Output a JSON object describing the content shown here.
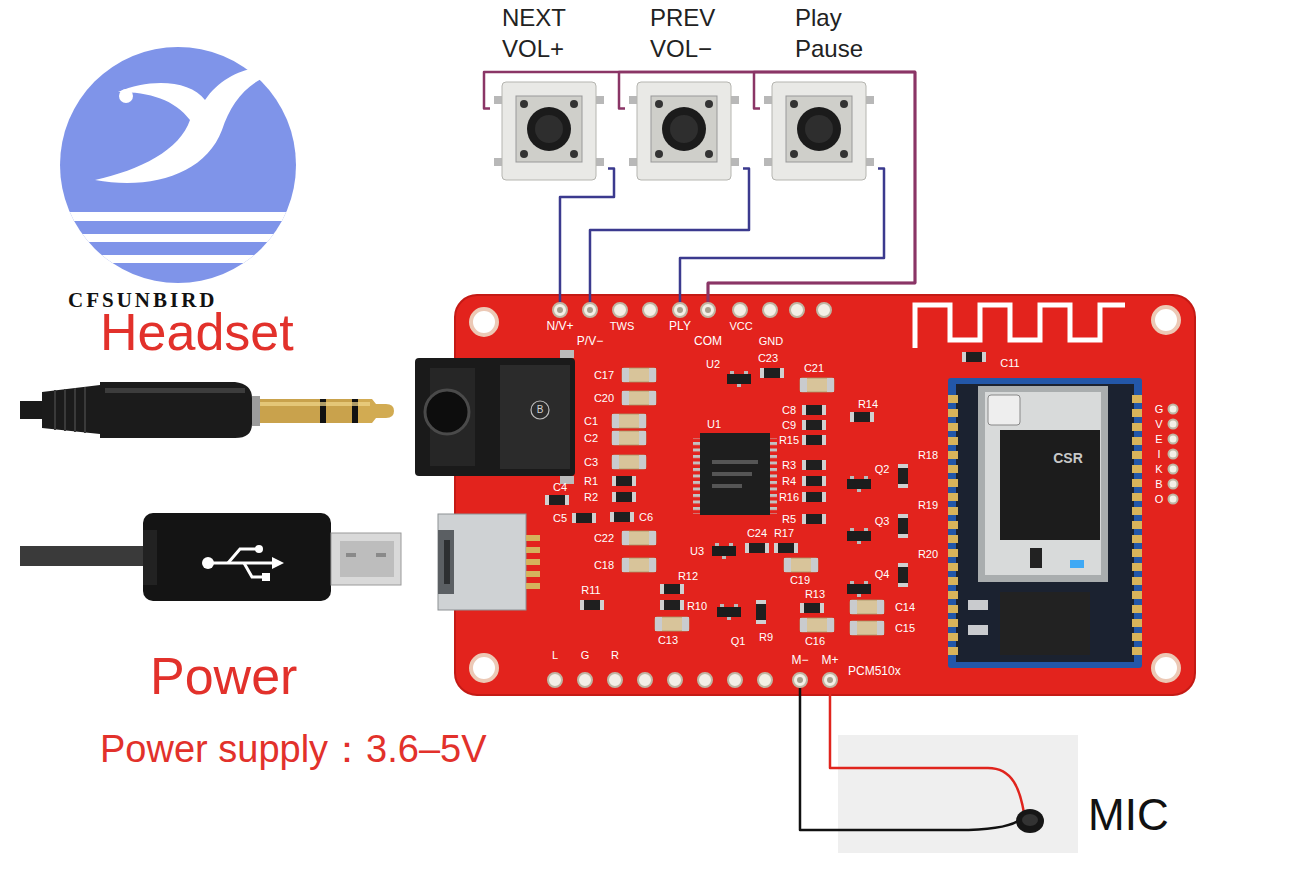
{
  "diagram": {
    "nodes": [
      {
        "text": [
          "NEXT VOL+"
        ]
      },
      {
        "text": [
          "PREV VOL−"
        ]
      },
      {
        "text": [
          "Play Pause"
        ]
      },
      {
        "text": [
          "PCM510x"
        ]
      },
      {
        "text": [
          "N/V+"
        ],
        "in": 3
      },
      {
        "text": [
          "P/V−"
        ],
        "in": 3
      },
      {
        "text": [
          "PLY"
        ],
        "in": 3
      },
      {
        "text": [
          "COM"
        ],
        "in": 3
      },
      {
        "text": [
          "M−"
        ],
        "in": 3
      },
      {
        "text": [
          "M+"
        ],
        "in": 3
      },
      {
        "text": [
          "MIC"
        ]
      }
    ],
    "edges": [
      {
        "from": 0,
        "to": 4,
        "arrow": "none"
      },
      {
        "from": 1,
        "to": 5,
        "arrow": "none"
      },
      {
        "from": 2,
        "to": 6,
        "arrow": "none"
      },
      {
        "from": 7,
        "to": 0,
        "arrow": "none"
      },
      {
        "from": 7,
        "to": 1,
        "arrow": "none"
      },
      {
        "from": 7,
        "to": 2,
        "arrow": "none"
      },
      {
        "from": 10,
        "to": 8,
        "arrow": "none"
      },
      {
        "from": 10,
        "to": 9,
        "arrow": "none"
      }
    ],
    "labels": [
      "CFSUNBIRD",
      "Headset",
      "Power",
      "Power supply：3.6–5V",
      "TWS",
      "VCC",
      "GND",
      "U2",
      "C23",
      "C21",
      "C17",
      "C20",
      "U1",
      "C1",
      "C2",
      "C3",
      "R1",
      "R2",
      "C4",
      "C5",
      "C6",
      "C22",
      "C18",
      "U3",
      "C24",
      "R17",
      "C19",
      "C8",
      "C9",
      "R15",
      "R3",
      "R4",
      "R16",
      "R5",
      "R14",
      "R18",
      "Q2",
      "R19",
      "Q3",
      "R20",
      "Q4",
      "C11",
      "R11",
      "R12",
      "R10",
      "C13",
      "Q1",
      "R9",
      "R13",
      "C16",
      "C14",
      "C15",
      "L",
      "G",
      "R",
      "G",
      "V",
      "E",
      "I",
      "K",
      "B",
      "O",
      "CSR",
      "B"
    ]
  }
}
